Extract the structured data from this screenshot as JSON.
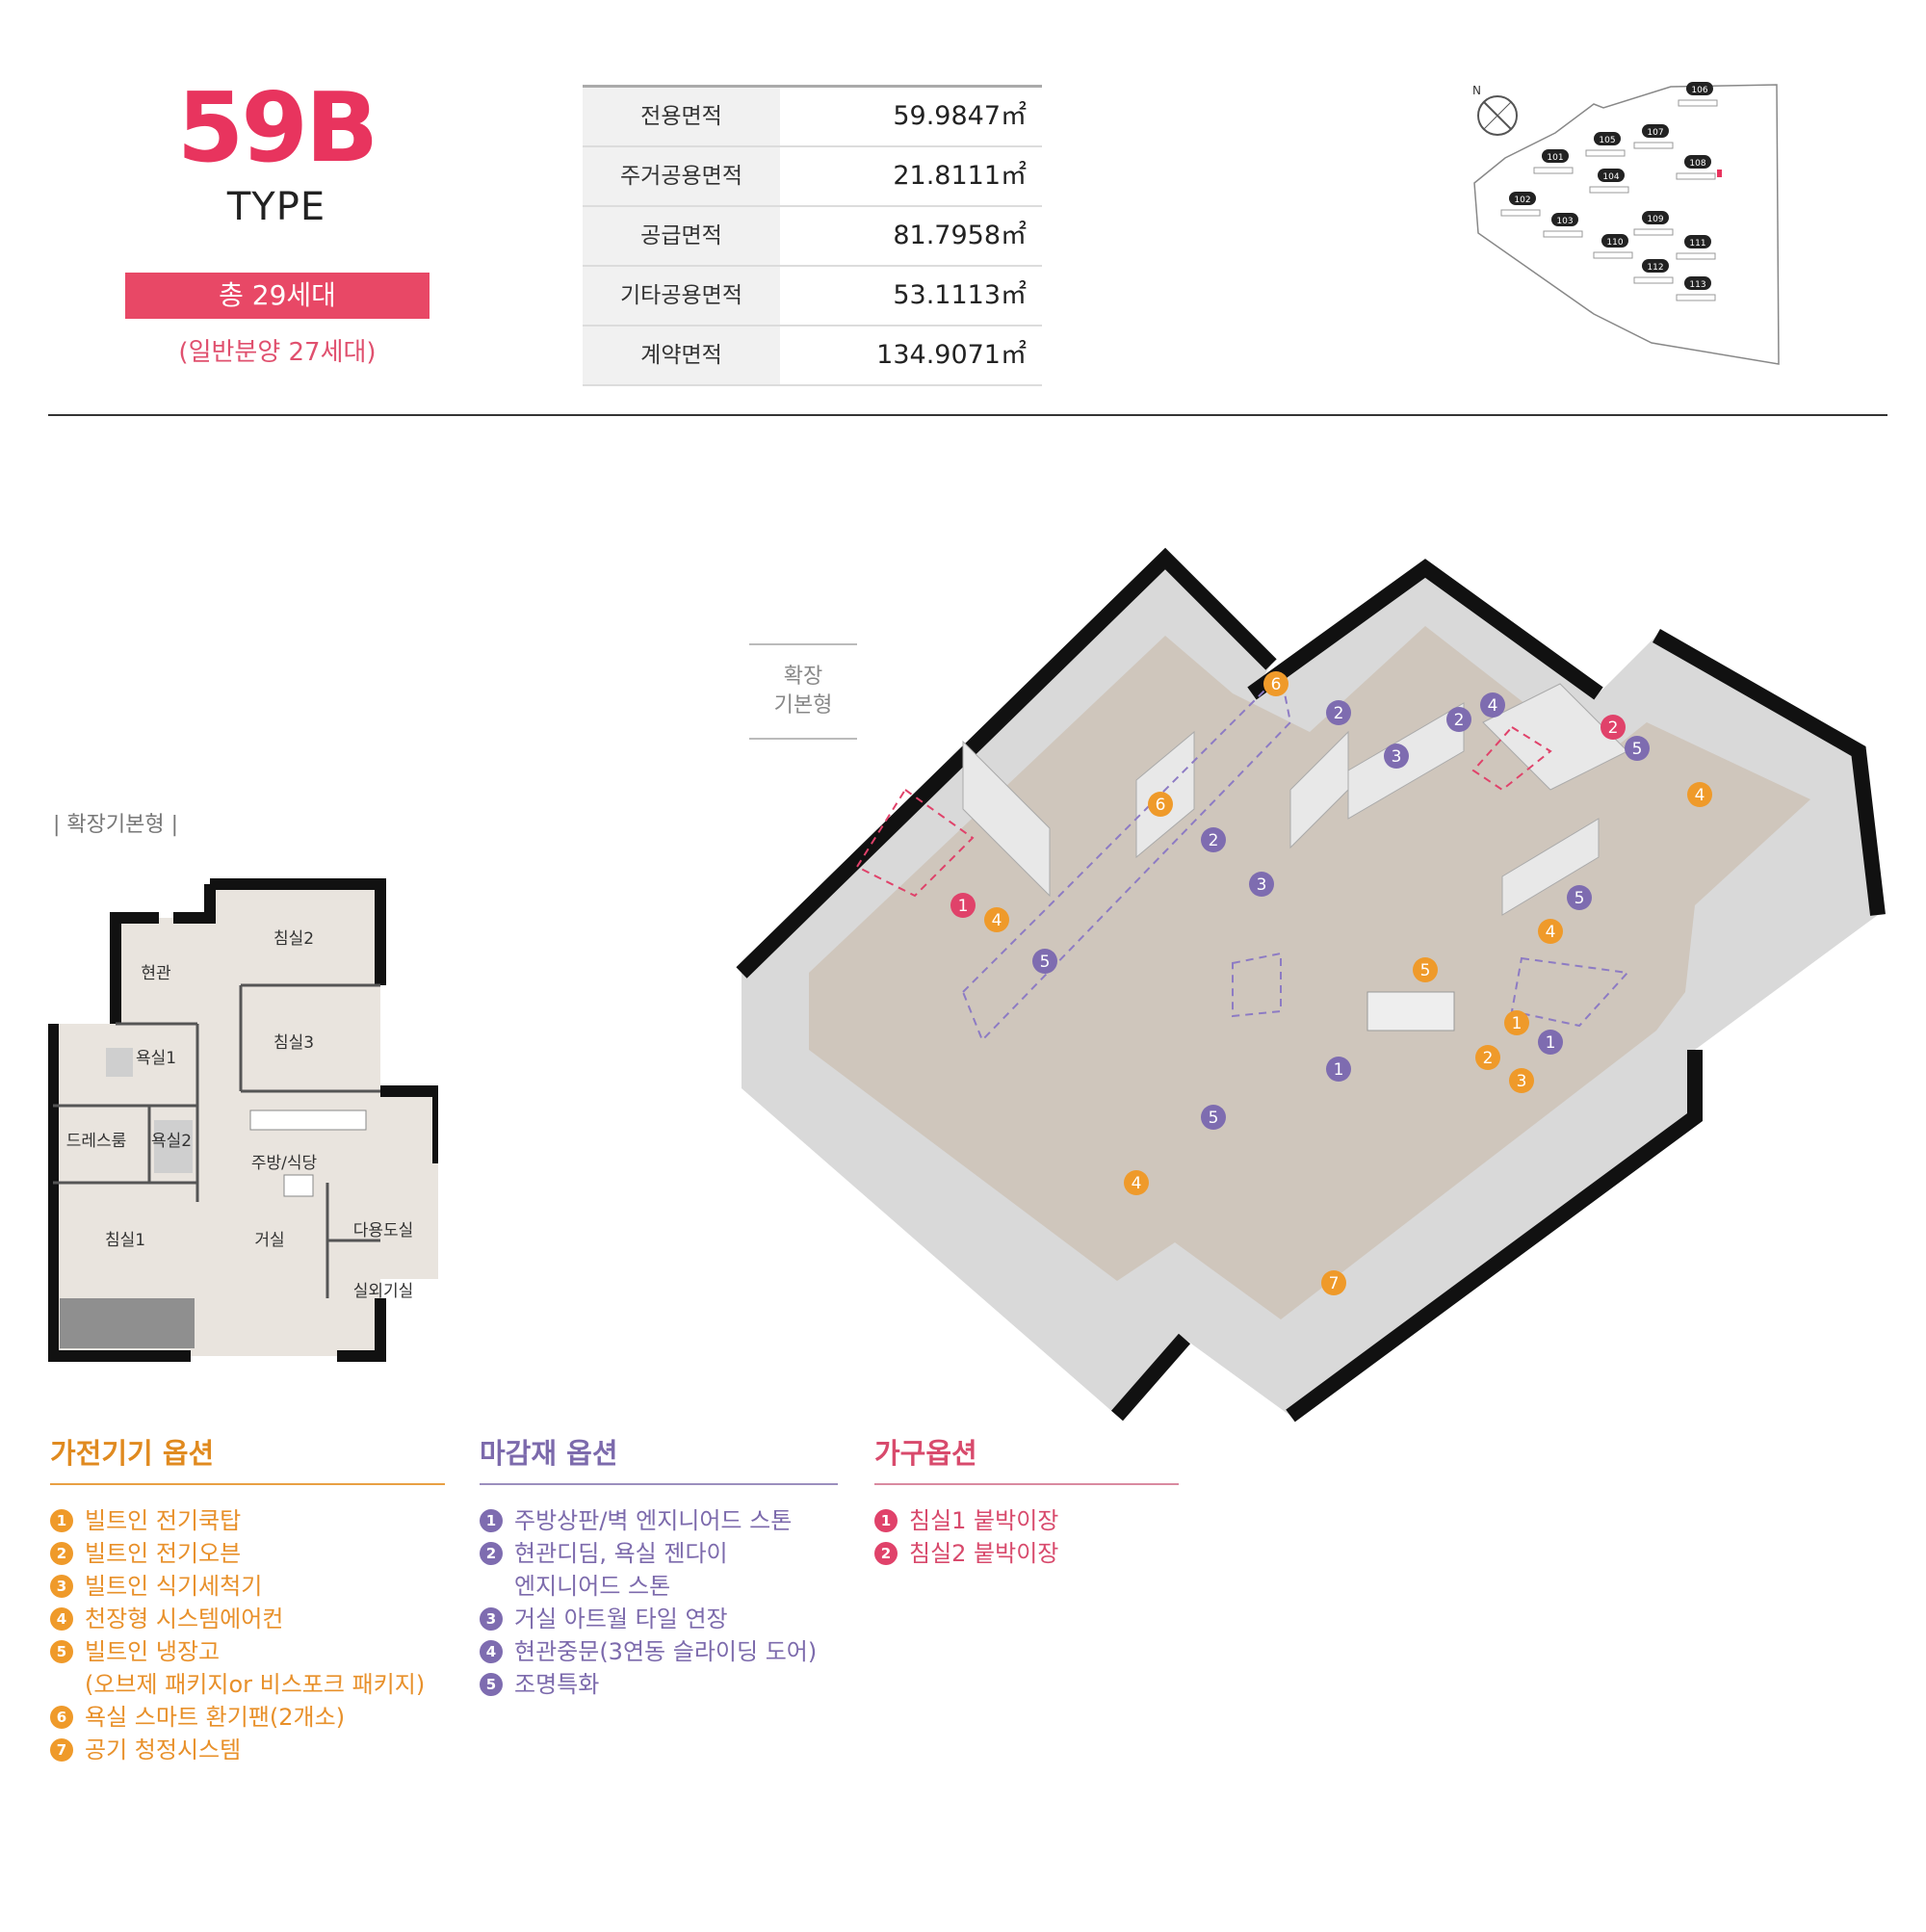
{
  "header": {
    "type_code": "59B",
    "type_word": "TYPE",
    "total_units": "총 29세대",
    "general_sale": "(일반분양 27세대)"
  },
  "area_table": [
    {
      "label": "전용면적",
      "value": "59.9847㎡"
    },
    {
      "label": "주거공용면적",
      "value": "21.8111㎡"
    },
    {
      "label": "공급면적",
      "value": "81.7958㎡"
    },
    {
      "label": "기타공용면적",
      "value": "53.1113㎡"
    },
    {
      "label": "계약면적",
      "value": "134.9071㎡"
    }
  ],
  "site_map": {
    "north": "N",
    "buildings": [
      "101",
      "102",
      "103",
      "104",
      "105",
      "106",
      "107",
      "108",
      "109",
      "110",
      "111",
      "112",
      "113"
    ],
    "highlight": "108"
  },
  "plan": {
    "caption": "| 확장기본형 |",
    "rooms": {
      "bed2": "침실2",
      "entrance": "현관",
      "bed3": "침실3",
      "bath1": "욕실1",
      "dress": "드레스룸",
      "bath2": "욕실2",
      "kitchen": "주방/식당",
      "bed1": "침실1",
      "living": "거실",
      "utility": "다용도실",
      "outdoor": "실외기실"
    }
  },
  "expand_box": {
    "line1": "확장",
    "line2": "기본형"
  },
  "iso_markers": [
    {
      "n": "6",
      "kind": "appliance"
    },
    {
      "n": "2",
      "kind": "finish"
    },
    {
      "n": "3",
      "kind": "finish"
    },
    {
      "n": "2",
      "kind": "finish"
    },
    {
      "n": "4",
      "kind": "finish"
    },
    {
      "n": "2",
      "kind": "furniture"
    },
    {
      "n": "5",
      "kind": "finish"
    },
    {
      "n": "4",
      "kind": "appliance"
    },
    {
      "n": "6",
      "kind": "appliance"
    },
    {
      "n": "2",
      "kind": "finish"
    },
    {
      "n": "3",
      "kind": "finish"
    },
    {
      "n": "1",
      "kind": "furniture"
    },
    {
      "n": "4",
      "kind": "appliance"
    },
    {
      "n": "5",
      "kind": "finish"
    },
    {
      "n": "5",
      "kind": "finish"
    },
    {
      "n": "4",
      "kind": "appliance"
    },
    {
      "n": "5",
      "kind": "appliance"
    },
    {
      "n": "1",
      "kind": "appliance"
    },
    {
      "n": "1",
      "kind": "finish"
    },
    {
      "n": "2",
      "kind": "appliance"
    },
    {
      "n": "3",
      "kind": "appliance"
    },
    {
      "n": "1",
      "kind": "finish"
    },
    {
      "n": "5",
      "kind": "finish"
    },
    {
      "n": "4",
      "kind": "appliance"
    },
    {
      "n": "7",
      "kind": "appliance"
    }
  ],
  "options": {
    "appliance": {
      "title": "가전기기 옵션",
      "items": [
        {
          "n": "1",
          "text": "빌트인 전기쿡탑"
        },
        {
          "n": "2",
          "text": "빌트인 전기오븐"
        },
        {
          "n": "3",
          "text": "빌트인 식기세척기"
        },
        {
          "n": "4",
          "text": "천장형 시스템에어컨"
        },
        {
          "n": "5",
          "text": "빌트인 냉장고\n(오브제 패키지or 비스포크 패키지)"
        },
        {
          "n": "6",
          "text": "욕실 스마트 환기팬(2개소)"
        },
        {
          "n": "7",
          "text": "공기 청정시스템"
        }
      ]
    },
    "finish": {
      "title": "마감재 옵션",
      "items": [
        {
          "n": "1",
          "text": "주방상판/벽 엔지니어드 스톤"
        },
        {
          "n": "2",
          "text": "현관디딤, 욕실 젠다이\n엔지니어드 스톤"
        },
        {
          "n": "3",
          "text": "거실 아트월 타일 연장"
        },
        {
          "n": "4",
          "text": "현관중문(3연동 슬라이딩 도어)"
        },
        {
          "n": "5",
          "text": "조명특화"
        }
      ]
    },
    "furniture": {
      "title": "가구옵션",
      "items": [
        {
          "n": "1",
          "text": "침실1 붙박이장"
        },
        {
          "n": "2",
          "text": "침실2 붙박이장"
        }
      ]
    }
  },
  "colors": {
    "accent_pink": "#e8345e",
    "appliance_orange": "#ef9a2a",
    "finish_purple": "#7e6cb0",
    "furniture_pink": "#e0426a"
  }
}
